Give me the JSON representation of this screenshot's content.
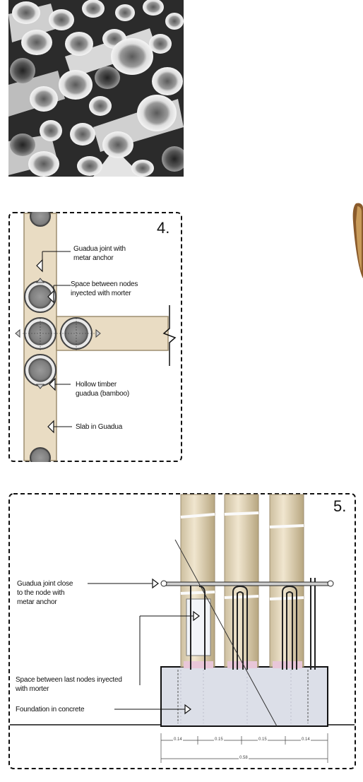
{
  "panel4": {
    "number": "4.",
    "labels": {
      "joint": "Guadua joint with\nmetar anchor",
      "space": "Space between nodes\ninyected with morter",
      "hollow": "Hollow timber\nguadua (bamboo)",
      "slab": "Slab in Guadua"
    }
  },
  "panel5": {
    "number": "5.",
    "labels": {
      "joint": "Guadua joint close\nto the node with\nmetar anchor",
      "space": "Space between last nodes inyected\nwith morter",
      "foundation": "Foundation in concrete"
    },
    "dimensions": [
      "0.14",
      "0.15",
      "0.15",
      "0.14"
    ],
    "total": "0.58"
  },
  "colors": {
    "bamboo": "#e9dcc3",
    "bamboo_dark": "#b9a98a",
    "node_gray": "#8c8c8c",
    "concrete": "#dcdfe8",
    "dash": "#111111"
  },
  "icons": {
    "photo": "bamboo-stack-photo",
    "edge": "partial-figure"
  }
}
